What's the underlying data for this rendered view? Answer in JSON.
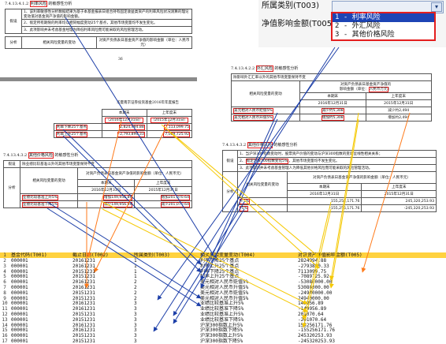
{
  "dropdown": {
    "label": "所属类别(T003)",
    "net_label": "净值影响金额(T005",
    "options": [
      "1 - 利率风险",
      "2 - 外汇风险",
      "3 - 其他价格风险"
    ],
    "selected_index": 0
  },
  "interest_rate": {
    "heading_num": "7.4.13.4.1.2",
    "heading_box": "利率风险",
    "heading_suffix": "的敏感性分析",
    "assume_label": "假设",
    "assumptions": [
      "1、该利率敏感性分析数据结果为基于本基金报表日组合持有固定收益类资产的利率风险状况测算的理论变动值对基金资产净值的影响金额。",
      "2、假定所有期限的利率均以相同幅度变动25个基点，其他市场变量均不发生变化。",
      "3、此项影响并未考虑基金经理为降低利率风险而可能采取的风险管理活动。"
    ],
    "analysis_label": "分析",
    "var_label": "相关风险变量的变动",
    "impact_label": "对资产负债表日基金资产净值的影响金额（单位：人民币元）",
    "page_number": "36",
    "report_title": "华夏南京证券投资基金2016年年度报告",
    "col_current": "本期末",
    "col_prior": "上年度末",
    "date_current": "（2016年12月31日）",
    "date_prior": "（2015年12月31日）",
    "rows": [
      {
        "label": "利率下降25个基点",
        "current": "2,824,994.88",
        "prior": "7,113,099.75"
      },
      {
        "label": "利率上升25个基点",
        "current": "-2,793,890.33",
        "prior": "-7,089,725.92"
      }
    ]
  },
  "fx": {
    "heading_num": "7.4.13.4.2.2",
    "heading_box": "外汇风险",
    "heading_suffix": "的敏感性分析",
    "assume_text": "除影响外汇汇率以外的其他市场变量保持不变",
    "impact_label": "对资产负债表日基金资产净值的",
    "impact_unit_prefix": "影响金额（单位：",
    "impact_unit_box": "人民币万元",
    "impact_unit_suffix": "）",
    "var_label": "相关风险变量的变动",
    "col_current": "本期末",
    "col_prior": "上年度末",
    "date_current": "2016年12月31日",
    "date_prior": "2015年12月31日",
    "rows": [
      {
        "label": "美元相对人民币贬值5%",
        "current": "减少约5,308",
        "prior": "减少约2,494"
      },
      {
        "label": "美元相对人民币升值5%",
        "current": "增加约5,308",
        "prior": "增加约2,494"
      }
    ]
  },
  "other_left": {
    "heading_num": "7.4.13.4.3.2",
    "heading_box": "其他价格风险",
    "heading_suffix": "的敏感性分析",
    "assume_label": "假设",
    "assume_text": "除业绩比较基准以外的其他市场变量保持不变",
    "analysis_label": "分析",
    "var_label": "相关风险变量的变动",
    "impact_label": "对资产负债表日基金资产净值的影响金额（单位：人民币元）",
    "col_current": "本期末",
    "col_prior": "上年度末",
    "date_current": "2016年12月31日",
    "date_prior": "2015年12月31日",
    "rows": [
      {
        "label": "业绩比较基准上升5%",
        "current": "增加149,956.89",
        "prior": "增加201,070.64"
      },
      {
        "label": "业绩比较基准下降5%",
        "current": "减少149,956.89",
        "prior": "减少201,070.64"
      }
    ]
  },
  "other_right": {
    "heading_num": "7.4.13.4.3.2",
    "heading_box": "其他价格风险",
    "heading_suffix": "的敏感性分析",
    "assume_label": "假设",
    "assume_1": "1、当沪深300指数变动时，股票资产价值的变动与沪深300指数的变动呈线性相关关系；",
    "assume_2a": "2、",
    "assume_2_box": "假定沪深300指数变化5%",
    "assume_2b": "，其他市场变量均不发生变化。",
    "assume_3": "3、此项影响并未考虑基金管理人为降低其他价格风险而可能采取的风险管理活动。",
    "analysis_label": "分析",
    "var_label": "相关风险变量的变动",
    "impact_label": "对资产负债表日基金资产净值的影响金额（单位：人民币元）",
    "col_current": "本期末",
    "col_prior": "上年度末",
    "date_current": "2016年12月31日",
    "date_prior": "2015年12月31日",
    "rows": [
      {
        "label": "+5%",
        "current": "155,256,171.76",
        "prior": "245,320,253.93"
      },
      {
        "label": "-5%",
        "current": "-155,256,171.76",
        "prior": "-245,320,253.93"
      }
    ]
  },
  "sheet": {
    "headers": [
      "基金代码(T001)",
      "截止日期(T002)",
      "所属类别(T003)",
      "相关风险变量变动(T004)",
      "对日资产净值影响金额(T005)"
    ],
    "rows": [
      [
        "000001",
        "20161231",
        "1",
        "利率下降25个基点",
        "2824994.88"
      ],
      [
        "000001",
        "20161231",
        "1",
        "利率上升25个基点",
        "-2793890.33"
      ],
      [
        "000001",
        "20151231",
        "1",
        "利率下降25个基点",
        "7113099.75"
      ],
      [
        "000001",
        "20151231",
        "1",
        "利率上升25个基点",
        "-7089725.92"
      ],
      [
        "000001",
        "20161231",
        "2",
        "美元相对人民币贬值5%",
        "-53080000.00"
      ],
      [
        "000001",
        "20161231",
        "2",
        "美元相对人民币升值5%",
        "53080000.00"
      ],
      [
        "000001",
        "20151231",
        "2",
        "美元相对人民币贬值5%",
        "-24940000.00"
      ],
      [
        "000001",
        "20151231",
        "2",
        "美元相对人民币升值5%",
        "24940000.00"
      ],
      [
        "000001",
        "20161231",
        "3",
        "业绩比较基准上升5%",
        "149956.89"
      ],
      [
        "000001",
        "20161231",
        "3",
        "业绩比较基准下降5%",
        "-149956.89"
      ],
      [
        "000001",
        "20151231",
        "3",
        "业绩比较基准上升5%",
        "201070.64"
      ],
      [
        "000001",
        "20151231",
        "3",
        "业绩比较基准下降5%",
        "-201070.64"
      ],
      [
        "000001",
        "20161231",
        "3",
        "沪深300指数上升5%",
        "155256171.76"
      ],
      [
        "000001",
        "20161231",
        "3",
        "沪深300指数下降5%",
        "-155256171.76"
      ],
      [
        "000001",
        "20151231",
        "3",
        "沪深300指数上升5%",
        "245320253.93"
      ],
      [
        "000001",
        "20151231",
        "3",
        "沪深300指数下降5%",
        "-245320253.93"
      ]
    ],
    "row_numbers": [
      "1",
      "2",
      "3",
      "4",
      "5",
      "6",
      "7",
      "8",
      "9",
      "10",
      "11",
      "12",
      "13",
      "14",
      "15",
      "16",
      "17"
    ]
  },
  "colors": {
    "highlight": "#e41e1e",
    "header": "#ffd23f",
    "arrow_blue": "#1d3fa8",
    "arrow_orange": "#ff7a1a",
    "arrow_yellow": "#f5c800",
    "selection": "#1d44b5"
  }
}
